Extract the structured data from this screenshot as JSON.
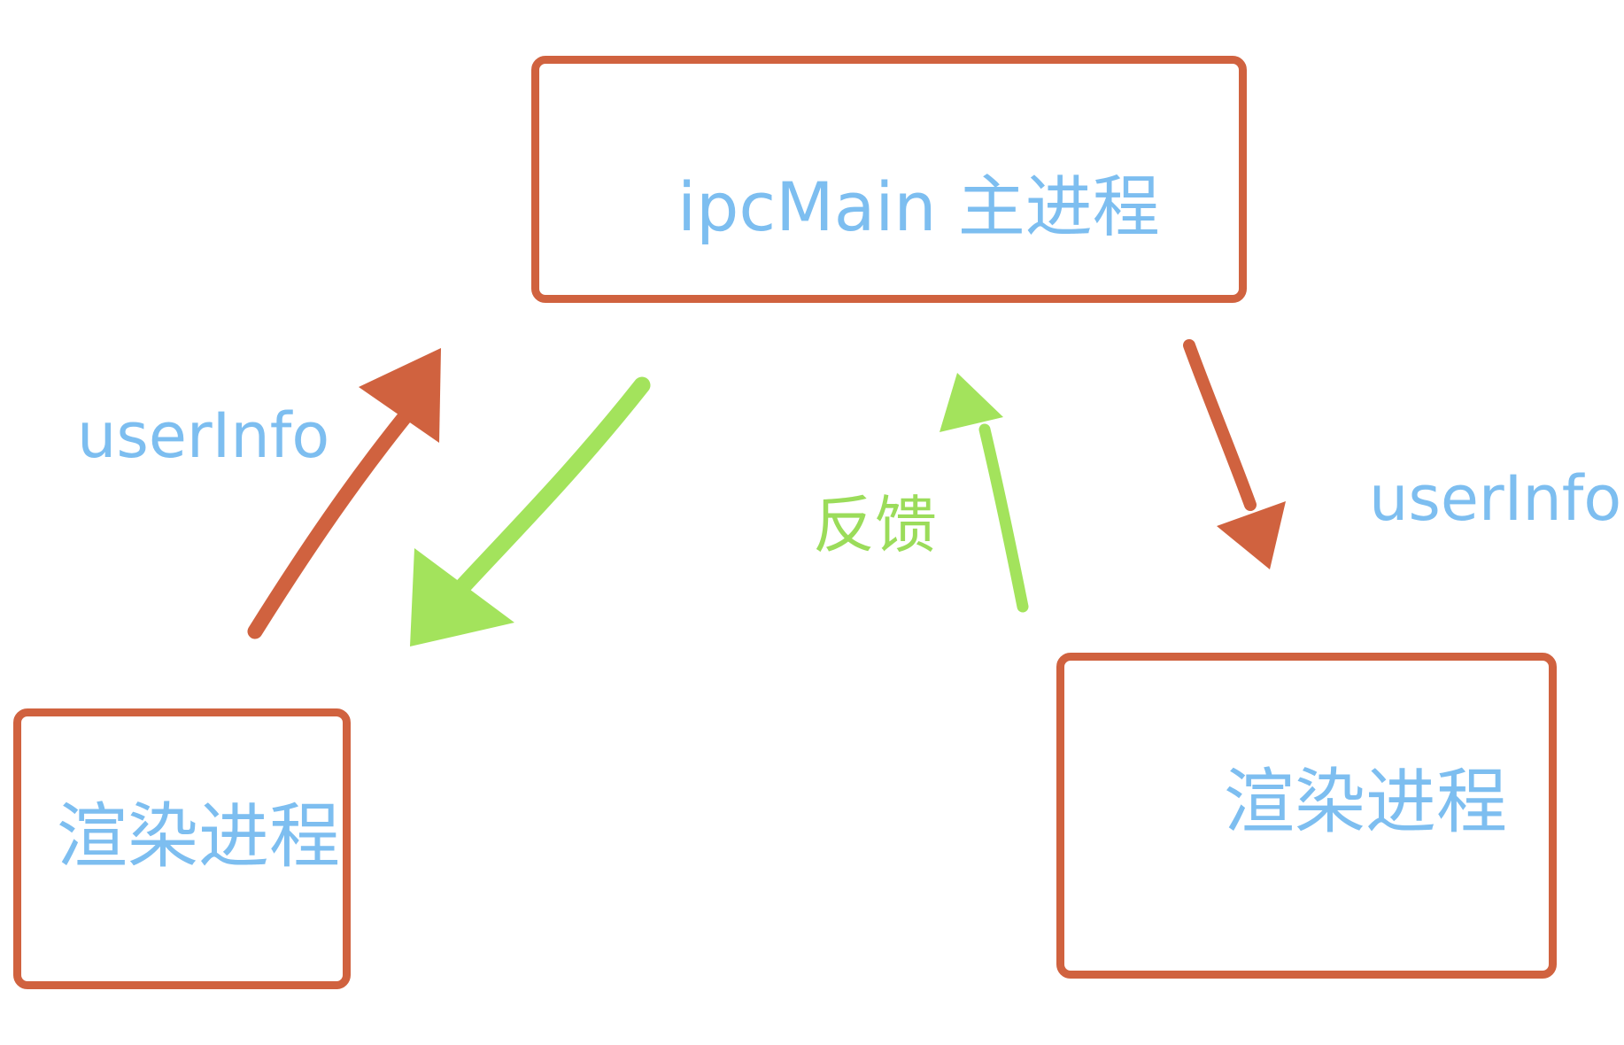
{
  "nodes": {
    "main": {
      "label": "ipcMain 主进程"
    },
    "renderer_left": {
      "label": "渲染进程"
    },
    "renderer_right": {
      "label": "渲染进程"
    }
  },
  "edges": {
    "left_up": {
      "label": "userInfo",
      "from": "renderer_left",
      "to": "main"
    },
    "main_to_left": {
      "label": "",
      "from": "main",
      "to": "renderer_left"
    },
    "right_up": {
      "label": "反馈",
      "from": "renderer_right",
      "to": "main"
    },
    "main_to_right": {
      "label": "userInfo",
      "from": "main",
      "to": "renderer_right"
    }
  },
  "colors": {
    "box_border": "#d0623f",
    "arrow_orange": "#d0623f",
    "arrow_green": "#a3e35c",
    "text_blue": "#7dbef0",
    "text_green": "#9bdc5a"
  }
}
